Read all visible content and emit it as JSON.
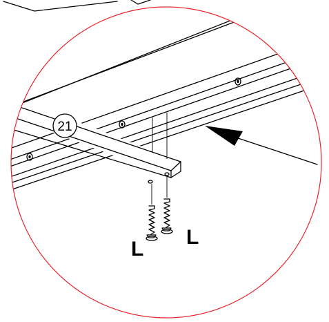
{
  "diagram": {
    "step_number": "21",
    "screw_label_left": "L",
    "screw_label_right": "L",
    "colors": {
      "detail_circle": "#e8232a",
      "line": "#000000",
      "background": "#ffffff"
    },
    "icons": [
      "detail-circle",
      "insertion-arrow",
      "screw-icon"
    ]
  }
}
